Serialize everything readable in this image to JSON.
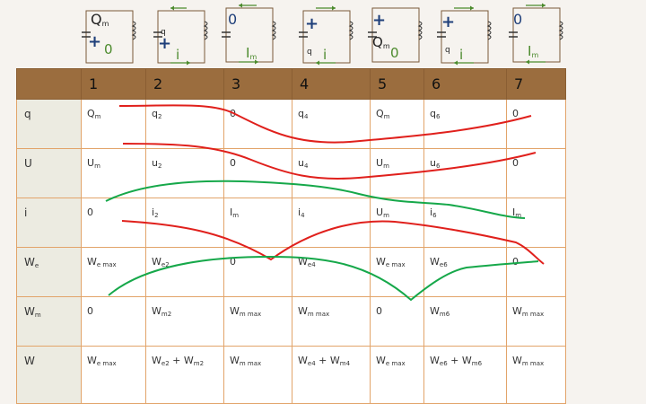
{
  "circuits": [
    {
      "top_label": {
        "main": "Q",
        "sub": "m"
      },
      "plus": "+",
      "bottom_value": "0"
    },
    {
      "q_label": "q",
      "plus": "+",
      "current_label": "i"
    },
    {
      "top_value": "0",
      "current_label": {
        "main": "I",
        "sub": "m"
      }
    },
    {
      "plus": "+",
      "q_label": "q",
      "current_label": "i"
    },
    {
      "plus": "+",
      "mid_label": {
        "main": "Q",
        "sub": "m"
      },
      "bottom_value": "0"
    },
    {
      "plus": "+",
      "q_label": "q",
      "current_label": "i"
    },
    {
      "top_value": "0",
      "current_label": {
        "main": "I",
        "sub": "m"
      }
    }
  ],
  "table": {
    "headers": [
      "",
      "1",
      "2",
      "3",
      "4",
      "5",
      "6",
      "7"
    ],
    "rows": [
      {
        "label": "q",
        "cells": [
          "Q|m",
          "q|2",
          "0",
          "q|4",
          "Q|m",
          "q|6",
          "0"
        ]
      },
      {
        "label": "U",
        "cells": [
          "U|m",
          "u|2",
          "0",
          "u|4",
          "U|m",
          "u|6",
          "0"
        ]
      },
      {
        "label": "i",
        "cells": [
          "0",
          "i|2",
          "I|m",
          "i|4",
          "U|m",
          "i|6",
          "I|m"
        ]
      },
      {
        "label": "W|e",
        "cells": [
          "W|e max",
          "W|e2",
          "0",
          "W|e4",
          "W|e max",
          "W|e6",
          "0"
        ]
      },
      {
        "label": "W|m",
        "cells": [
          "0",
          "W|m2",
          "W|m max",
          "W|m max",
          "0",
          "W|m6",
          "W|m max"
        ]
      },
      {
        "label": "W",
        "cells": [
          "W|e max",
          "W|e2 + W|m2",
          "W|m max",
          "W|e4 + W|m4",
          "W|e max",
          "W|e6 + W|m6",
          "W|m max"
        ]
      }
    ]
  },
  "colors": {
    "red_curve": "#e0201c",
    "green_curve": "#16a84a",
    "header_bg": "#9b6d3e",
    "grid": "#e2a46a"
  }
}
